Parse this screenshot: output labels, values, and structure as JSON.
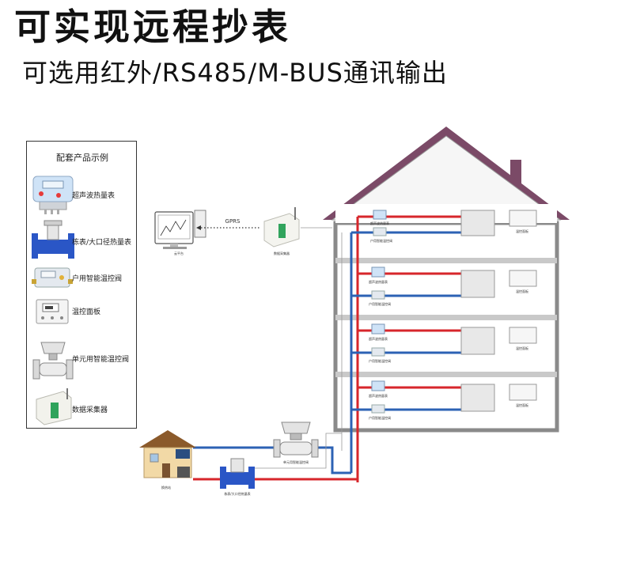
{
  "header": {
    "title": "可实现远程抄表",
    "subtitle": "可选用红外/RS485/M-BUS通讯输出"
  },
  "legend": {
    "title": "配套产品示例",
    "items": [
      {
        "label": "超声波热量表",
        "icon": "ultrasonic-heat-meter-icon"
      },
      {
        "label": "栋表/大口径热量表",
        "icon": "large-diameter-meter-icon"
      },
      {
        "label": "户用智能温控阀",
        "icon": "household-valve-icon"
      },
      {
        "label": "温控面板",
        "icon": "thermostat-panel-icon"
      },
      {
        "label": "单元用智能温控阀",
        "icon": "unit-valve-icon"
      },
      {
        "label": "数据采集器",
        "icon": "data-collector-icon"
      }
    ]
  },
  "diagram": {
    "cloud_label": "云平台",
    "link_label": "GPRS",
    "collector_label": "数据采集器",
    "heat_source_label": "换热站",
    "building_meter_label": "栋表/大口径热量表",
    "unit_valve_label": "单元用智能温控阀",
    "floor_labels": {
      "meter": "超声波热量表",
      "valve": "户用智能温控阀",
      "panel": "温控面板"
    }
  },
  "colors": {
    "supply_pipe": "#d7262b",
    "return_pipe": "#2c62b4",
    "roof": "#7b4a67",
    "wall": "#8a8a8a",
    "meter_blue": "#2a56c6"
  }
}
